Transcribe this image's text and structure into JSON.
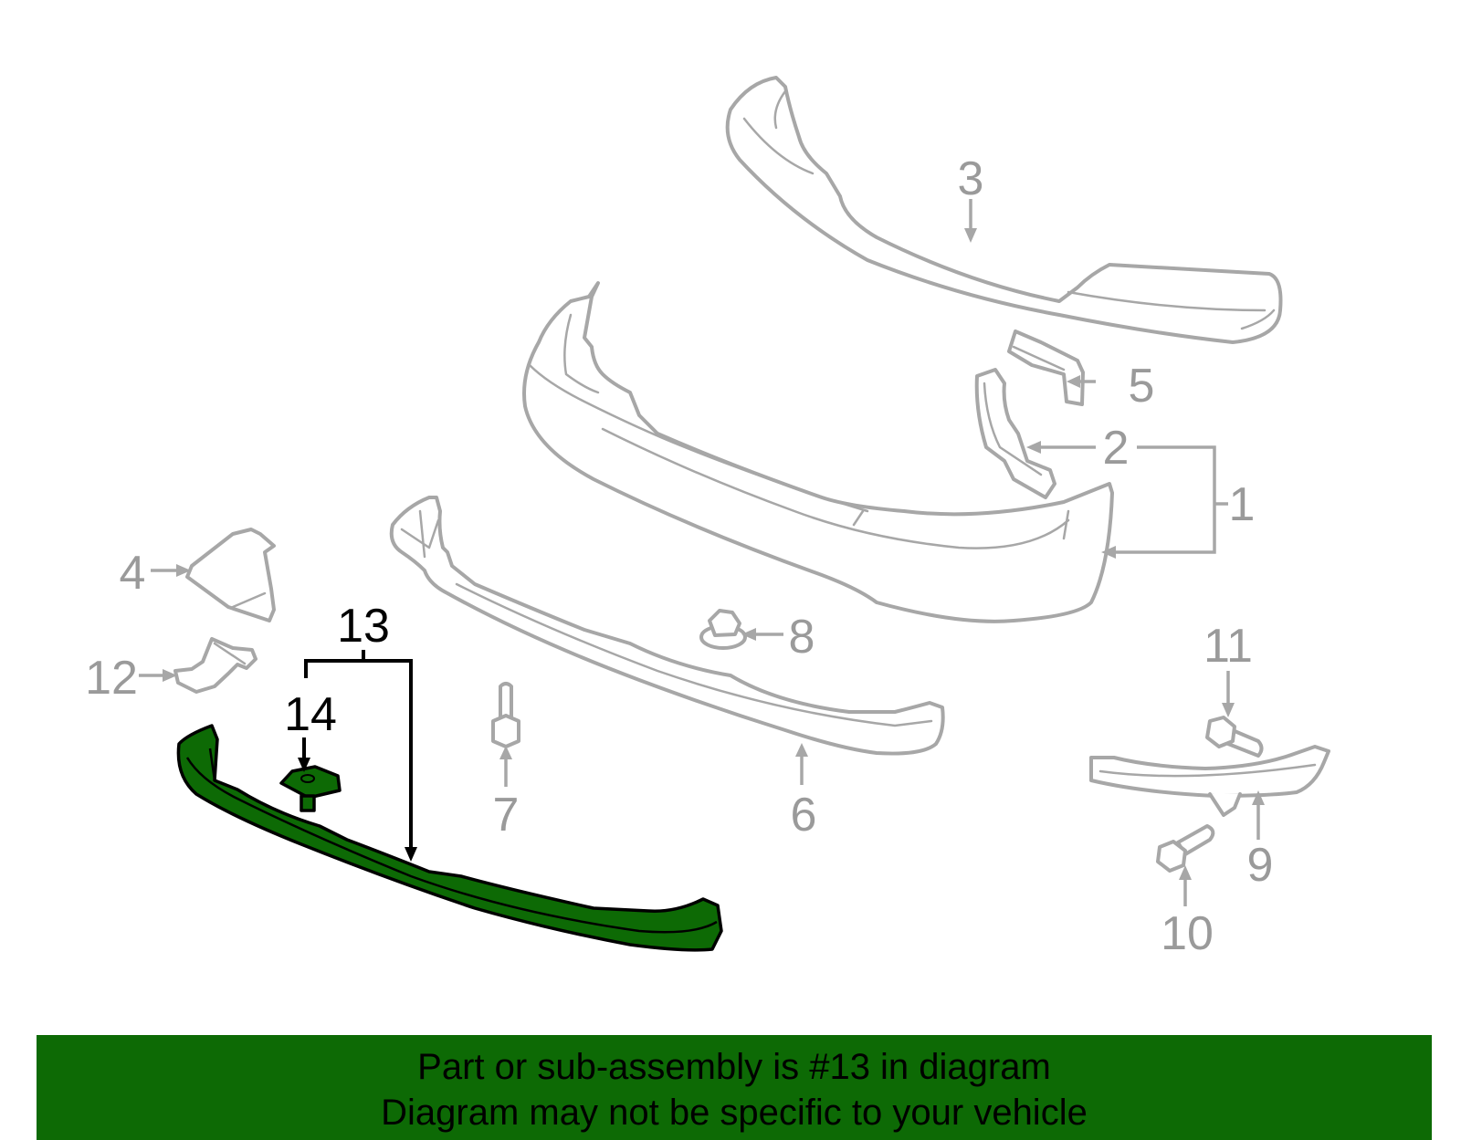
{
  "callouts": {
    "c1": "1",
    "c2": "2",
    "c3": "3",
    "c4": "4",
    "c5": "5",
    "c6": "6",
    "c7": "7",
    "c8": "8",
    "c9": "9",
    "c10": "10",
    "c11": "11",
    "c12": "12",
    "c13": "13",
    "c14": "14"
  },
  "highlight_color": "#0d6a05",
  "banner": {
    "line1": "Part or sub-assembly is #13 in diagram",
    "line2": "Diagram may not be specific to your vehicle"
  }
}
